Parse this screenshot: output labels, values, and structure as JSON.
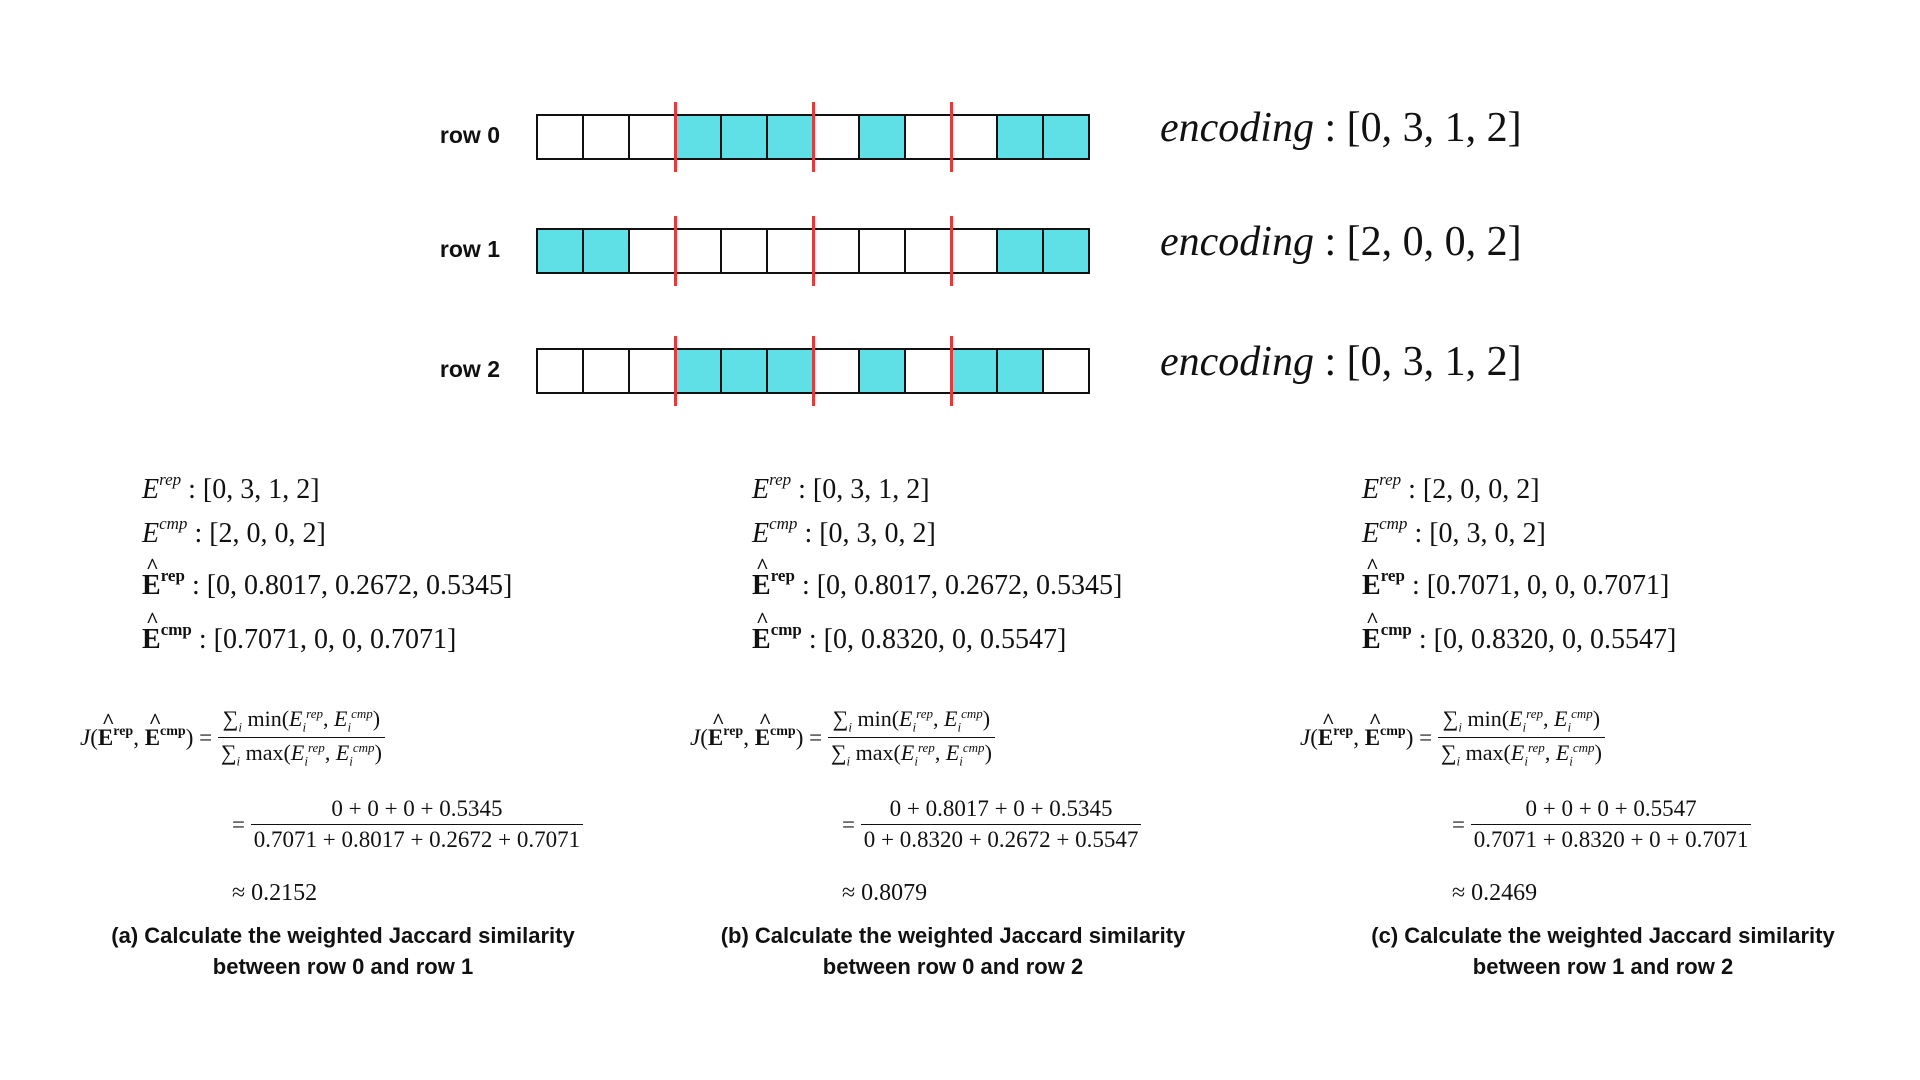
{
  "rows": [
    {
      "label": "row 0",
      "bits": [
        0,
        0,
        0,
        1,
        1,
        1,
        0,
        1,
        0,
        0,
        1,
        1
      ],
      "encoding_key": "encoding",
      "encoding_value": "[0, 3, 1, 2]"
    },
    {
      "label": "row 1",
      "bits": [
        1,
        1,
        0,
        0,
        0,
        0,
        0,
        0,
        0,
        0,
        1,
        1
      ],
      "encoding_key": "encoding",
      "encoding_value": "[2, 0, 0, 2]"
    },
    {
      "label": "row 2",
      "bits": [
        0,
        0,
        0,
        1,
        1,
        1,
        0,
        1,
        0,
        1,
        1,
        0
      ],
      "encoding_key": "encoding",
      "encoding_value": "[0, 3, 1, 2]"
    }
  ],
  "separators_after_cell": [
    3,
    6,
    9
  ],
  "colors": {
    "filled": "#5ee0e6",
    "separator": "#e23b3b"
  },
  "panels": [
    {
      "e_rep": "[0, 3, 1, 2]",
      "e_cmp": "[2, 0, 0, 2]",
      "ehat_rep": "[0, 0.8017, 0.2672, 0.5345]",
      "ehat_cmp": "[0.7071, 0, 0, 0.7071]",
      "numerator": "0 + 0 + 0 + 0.5345",
      "denominator": "0.7071 + 0.8017 + 0.2672 + 0.7071",
      "result": "≈ 0.2152",
      "caption_line1": "(a) Calculate the weighted Jaccard similarity",
      "caption_line2": "between row 0 and row 1"
    },
    {
      "e_rep": "[0, 3, 1, 2]",
      "e_cmp": "[0, 3, 0, 2]",
      "ehat_rep": "[0, 0.8017, 0.2672, 0.5345]",
      "ehat_cmp": "[0, 0.8320, 0, 0.5547]",
      "numerator": "0 + 0.8017 + 0 + 0.5345",
      "denominator": "0 + 0.8320 + 0.2672 + 0.5547",
      "result": "≈ 0.8079",
      "caption_line1": "(b) Calculate the weighted Jaccard similarity",
      "caption_line2": "between row 0 and row 2"
    },
    {
      "e_rep": "[2, 0, 0, 2]",
      "e_cmp": "[0, 3, 0, 2]",
      "ehat_rep": "[0.7071, 0, 0, 0.7071]",
      "ehat_cmp": "[0, 0.8320, 0, 0.5547]",
      "numerator": "0 + 0 + 0 + 0.5547",
      "denominator": "0.7071 + 0.8320 + 0 + 0.7071",
      "result": "≈ 0.2469",
      "caption_line1": "(c) Calculate the weighted Jaccard similarity",
      "caption_line2": "between row 1 and row 2"
    }
  ]
}
